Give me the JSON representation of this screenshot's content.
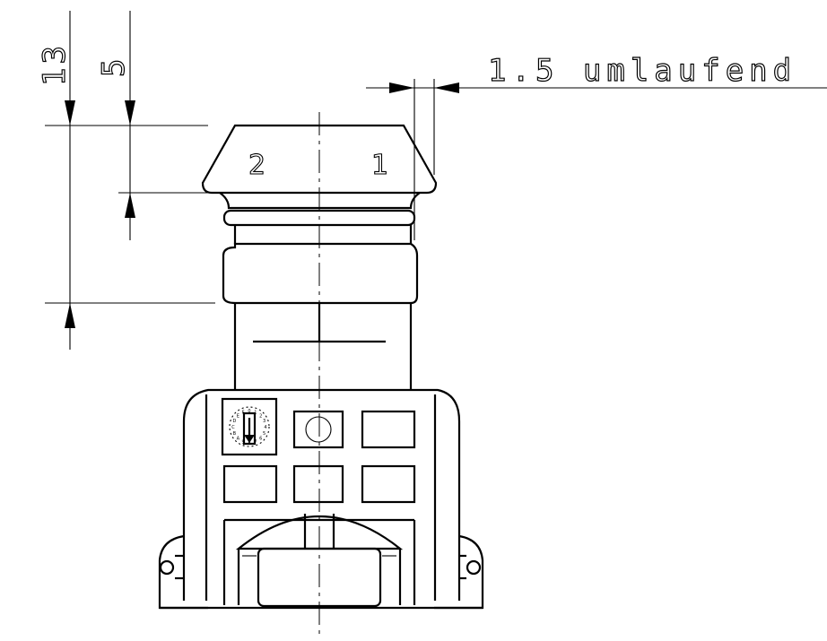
{
  "dimensions": {
    "height_total": "13",
    "height_cap": "5",
    "rim_note": "1.5 umlaufend"
  },
  "cap_labels": {
    "left": "2",
    "right": "1"
  },
  "switch_dial_marks": "0123456789ABCDEF"
}
